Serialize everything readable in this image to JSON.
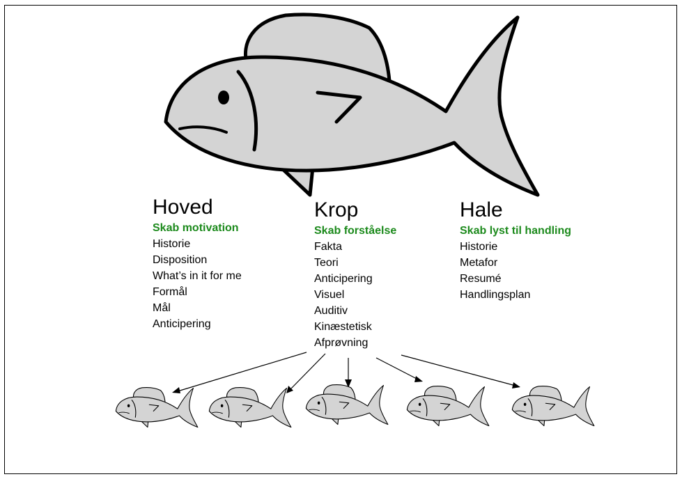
{
  "accent_color": "#1c8a1c",
  "fish_color": "#d4d4d4",
  "sections": [
    {
      "heading": "Hoved",
      "subtitle": "Skab motivation",
      "items": [
        "Historie",
        "Disposition",
        "What’s in it for me",
        "Formål",
        "Mål",
        "Anticipering"
      ]
    },
    {
      "heading": "Krop",
      "subtitle": "Skab forståelse",
      "items": [
        "Fakta",
        "Teori",
        "Anticipering",
        "Visuel",
        "Auditiv",
        "Kinæstetisk",
        "Afprøvning"
      ]
    },
    {
      "heading": "Hale",
      "subtitle": "Skab lyst til handling",
      "items": [
        "Historie",
        "Metafor",
        "Resumé",
        "Handlingsplan"
      ]
    }
  ]
}
